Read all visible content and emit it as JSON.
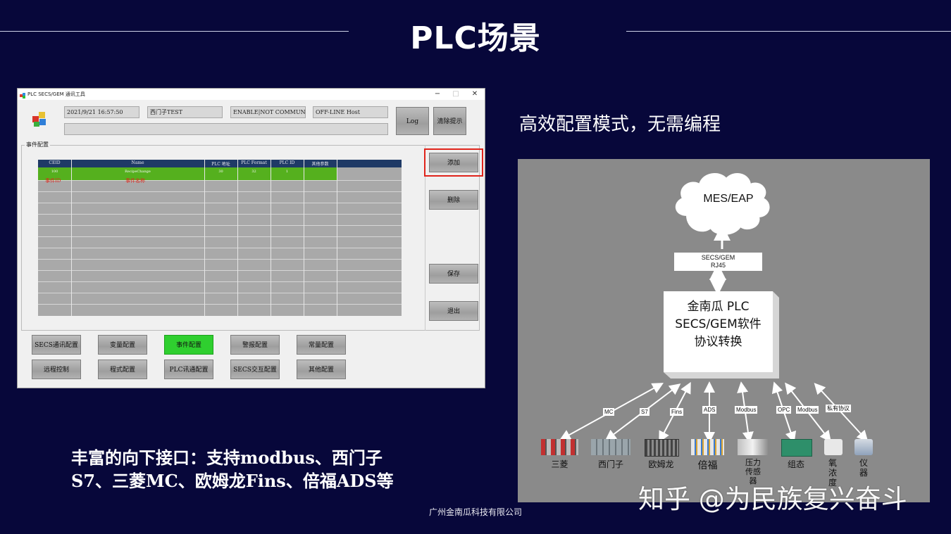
{
  "slide": {
    "title": "PLC场景",
    "tagline": "高效配置模式，无需编程",
    "description_line1": "丰富的向下接口：支持modbus、西门子",
    "description_line2": "S7、三菱MC、欧姆龙Fins、倍福ADS等",
    "footer": "广州金南瓜科技有限公司",
    "watermark": "知乎 @为民族复兴奋斗"
  },
  "window": {
    "title": "PLC SECS/GEM 通讯工具",
    "controls": {
      "minimize": "−",
      "maximize": "□",
      "close": "✕"
    },
    "status": {
      "datetime": "2021/9/21 16:57:50",
      "device": "西门子TEST",
      "comm_state": "ENABLE|NOT COMMUNICATI",
      "control_state": "OFF-LINE Host",
      "message": ""
    },
    "top_buttons": {
      "log": "Log",
      "clear": "清除提示"
    },
    "group_label": "事件配置",
    "table": {
      "columns": [
        "CEID",
        "Name",
        "PLC 地址",
        "PLC Format",
        "PLC ID",
        "其他参数"
      ],
      "rows": [
        {
          "ceid": "100",
          "name": "RecipeChange",
          "plc_address": "30",
          "plc_format": "32",
          "plc_id": "1",
          "other": ""
        }
      ],
      "annotation_id": "事件ID",
      "annotation_name": "事件名称"
    },
    "side_buttons": {
      "add": "添加",
      "delete": "删除",
      "save": "保存",
      "exit": "退出"
    },
    "nav_row1": [
      "SECS通讯配置",
      "变量配置",
      "事件配置",
      "警报配置",
      "常量配置"
    ],
    "nav_row2": [
      "远程控制",
      "程式配置",
      "PLC讯通配置",
      "SECS交互配置",
      "其他配置"
    ],
    "active_nav": "事件配置",
    "colors": {
      "active": "#2fcf2f",
      "highlight_border": "#e0241b",
      "grid_header": "#1f3a66",
      "row_selected": "#55b01e"
    }
  },
  "diagram": {
    "cloud": "MES/EAP",
    "link_line1": "SECS/GEM",
    "link_line2": "RJ45",
    "box_line1": "金南瓜 PLC",
    "box_line2": "SECS/GEM软件",
    "box_line3": "协议转换",
    "protocols": [
      "MC",
      "S7",
      "Fins",
      "ADS",
      "Modbus",
      "OPC",
      "Modbus",
      "私有协议"
    ],
    "devices": [
      "三菱",
      "西门子",
      "欧姆龙",
      "倍福",
      "压力传感器",
      "组态",
      "氧浓度",
      "仪器"
    ]
  }
}
